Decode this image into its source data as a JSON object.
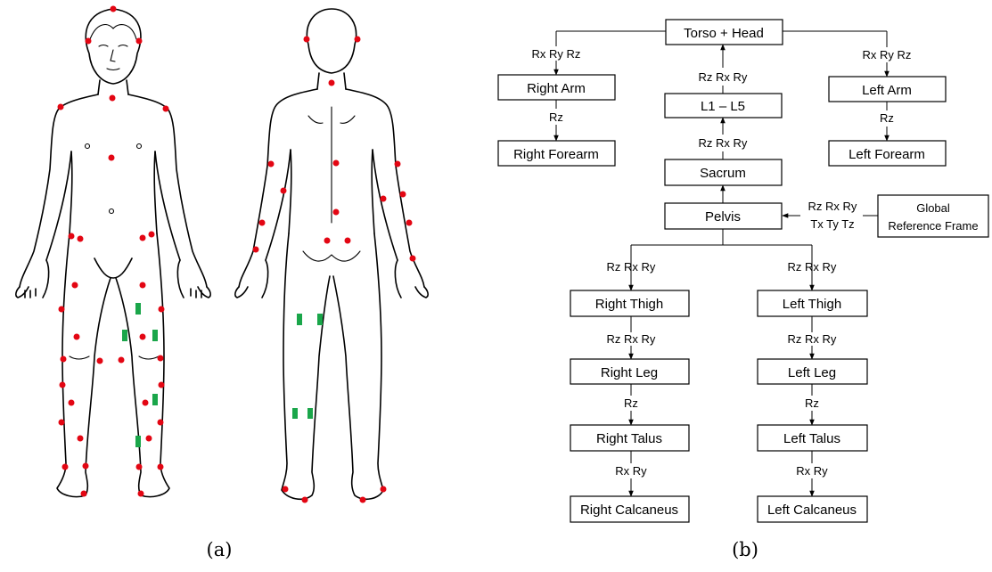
{
  "panel_a": {
    "caption": "(a)",
    "marker_colors": {
      "marker_dot": "#e30613",
      "sensor_patch": "#1aa64a"
    }
  },
  "panel_b": {
    "caption": "(b)",
    "nodes": {
      "torso_head": "Torso + Head",
      "right_arm": "Right Arm",
      "right_forearm": "Right Forearm",
      "l1_l5": "L1 – L5",
      "sacrum": "Sacrum",
      "pelvis": "Pelvis",
      "left_arm": "Left Arm",
      "left_forearm": "Left Forearm",
      "global_frame_line1": "Global",
      "global_frame_line2": "Reference Frame",
      "right_thigh": "Right Thigh",
      "right_leg": "Right Leg",
      "right_talus": "Right Talus",
      "right_calcaneus": "Right Calcaneus",
      "left_thigh": "Left Thigh",
      "left_leg": "Left Leg",
      "left_talus": "Left Talus",
      "left_calcaneus": "Left Calcaneus"
    },
    "dofs": {
      "torso_to_right_arm": "Rx Ry Rz",
      "right_arm_to_forearm": "Rz",
      "l1l5_to_torso": "Rz Rx Ry",
      "sacrum_to_l1l5": "Rz Rx Ry",
      "torso_to_left_arm": "Rx Ry Rz",
      "left_arm_to_forearm": "Rz",
      "global_to_pelvis_line1": "Rz Rx Ry",
      "global_to_pelvis_line2": "Tx Ty Tz",
      "pelvis_to_right_thigh": "Rz Rx Ry",
      "right_thigh_to_leg": "Rz Rx Ry",
      "right_leg_to_talus": "Rz",
      "right_talus_to_calcaneus": "Rx Ry",
      "pelvis_to_left_thigh": "Rz Rx Ry",
      "left_thigh_to_leg": "Rz Rx Ry",
      "left_leg_to_talus": "Rz",
      "left_talus_to_calcaneus": "Rx Ry"
    }
  }
}
